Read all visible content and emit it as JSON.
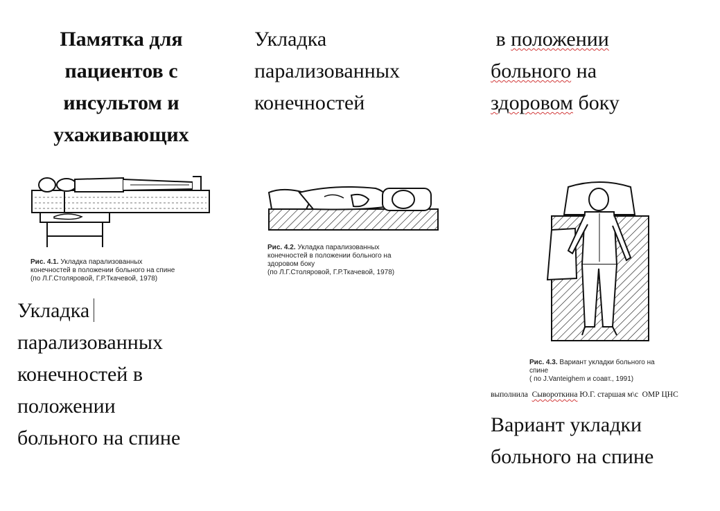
{
  "title": {
    "lines": [
      "Памятка для",
      "пациентов с",
      "инсультом и",
      "ухаживающих"
    ]
  },
  "column2": {
    "lines": [
      "Укладка",
      "парализованных",
      "конечностей"
    ]
  },
  "column3": {
    "line1_prefix": " в ",
    "line1_word": "положении",
    "line2_word": "больного",
    "line2_suffix": " на",
    "line3_word": "здоровом",
    "line3_suffix": " боку"
  },
  "figure1": {
    "caption_label": "Рис. 4.1.",
    "caption_text": " Укладка парализованных",
    "caption_line2": "конечностей в положении больного на спине",
    "caption_line3": "(по Л.Г.Столяровой, Г.Р.Ткачевой, 1978)"
  },
  "figure2": {
    "caption_label": "Рис. 4.2.",
    "caption_text": " Укладка парализованных",
    "caption_line2": "конечностей в положении больного на",
    "caption_line3": "здоровом боку",
    "caption_line4": "(по Л.Г.Столяровой, Г.Р.Ткачевой, 1978)"
  },
  "figure3": {
    "caption_label": "Рис. 4.3.",
    "caption_text": " Вариант укладки больного на",
    "caption_line2": "спине",
    "caption_line3": "( по J.Vanteighem и соавт., 1991)"
  },
  "caption1": {
    "lines": [
      "Укладка",
      "парализованных",
      "конечностей в",
      "положении",
      "больного на спине"
    ]
  },
  "credit": {
    "prefix": "выполнила  ",
    "name": "Сывороткина",
    "suffix": " Ю.Г. старшая м\\с  ОМР ЦНС"
  },
  "caption3": {
    "lines": [
      "Вариант укладки",
      "больного на спине"
    ]
  }
}
